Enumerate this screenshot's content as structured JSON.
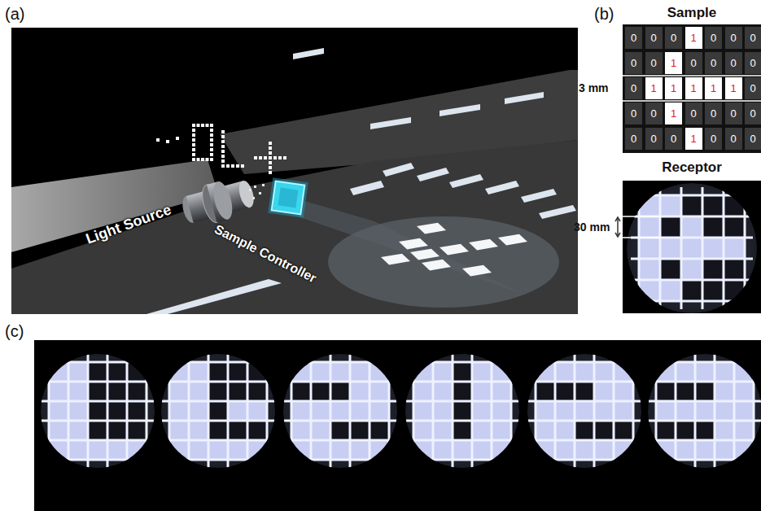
{
  "diagram": {
    "nodes": [
      {
        "text": [
          "Sample"
        ]
      },
      {
        "text": [
          "Receptor"
        ]
      }
    ],
    "labels": [
      "(a)",
      "(b)",
      "(c)",
      "Light Source",
      "Sample Controller",
      "3 mm",
      "30 mm",
      "0",
      "0",
      "0",
      "1",
      "0",
      "0",
      "0",
      "0",
      "0",
      "1",
      "0",
      "0",
      "0",
      "0",
      "0",
      "1",
      "1",
      "1",
      "1",
      "1",
      "0",
      "0",
      "0",
      "1",
      "0",
      "0",
      "0",
      "0",
      "0",
      "0",
      "0",
      "1",
      "0",
      "0",
      "0"
    ]
  }
}
